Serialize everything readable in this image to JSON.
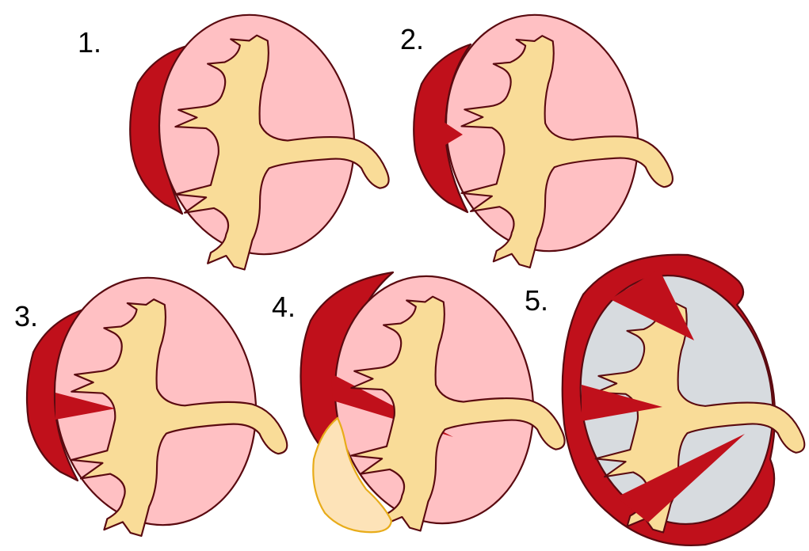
{
  "stages": [
    {
      "label": "1."
    },
    {
      "label": "2."
    },
    {
      "label": "3."
    },
    {
      "label": "4."
    },
    {
      "label": "5."
    }
  ],
  "colors": {
    "kidney_parenchyma": "#ffc0c3",
    "parenchyma_devitalized": "#d7dbdf",
    "hematoma_laceration": "#c0101b",
    "renal_pelvis": "#f9dc98",
    "urinoma": "#fde3b8",
    "urinoma_border": "#e8ac1a",
    "outline": "#5a0a10"
  }
}
